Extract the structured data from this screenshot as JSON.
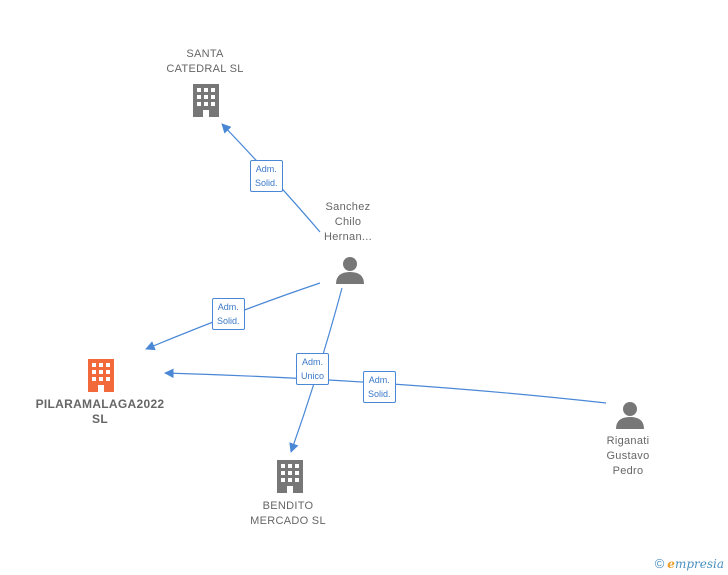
{
  "nodes": {
    "santa": {
      "label": "SANTA\nCATEDRAL  SL",
      "icon": "building-icon",
      "color": "#777777"
    },
    "sanchez": {
      "label": "Sanchez\nChilo\nHernan...",
      "icon": "person-icon",
      "color": "#777777"
    },
    "pilar": {
      "label": "PILARAMALAGA2022\nSL",
      "icon": "building-icon",
      "color": "#f26a3c"
    },
    "bendito": {
      "label": "BENDITO\nMERCADO  SL",
      "icon": "building-icon",
      "color": "#777777"
    },
    "riganati": {
      "label": "Riganati\nGustavo\nPedro",
      "icon": "person-icon",
      "color": "#777777"
    }
  },
  "edges": {
    "e1": "Adm.\nSolid.",
    "e2": "Adm.\nSolid.",
    "e3": "Adm.\nUnico",
    "e4": "Adm.\nSolid."
  },
  "colors": {
    "edge": "#4a88d6"
  },
  "footer": {
    "copyright": "©",
    "brand_e": "e",
    "brand_rest": "mpresia"
  }
}
